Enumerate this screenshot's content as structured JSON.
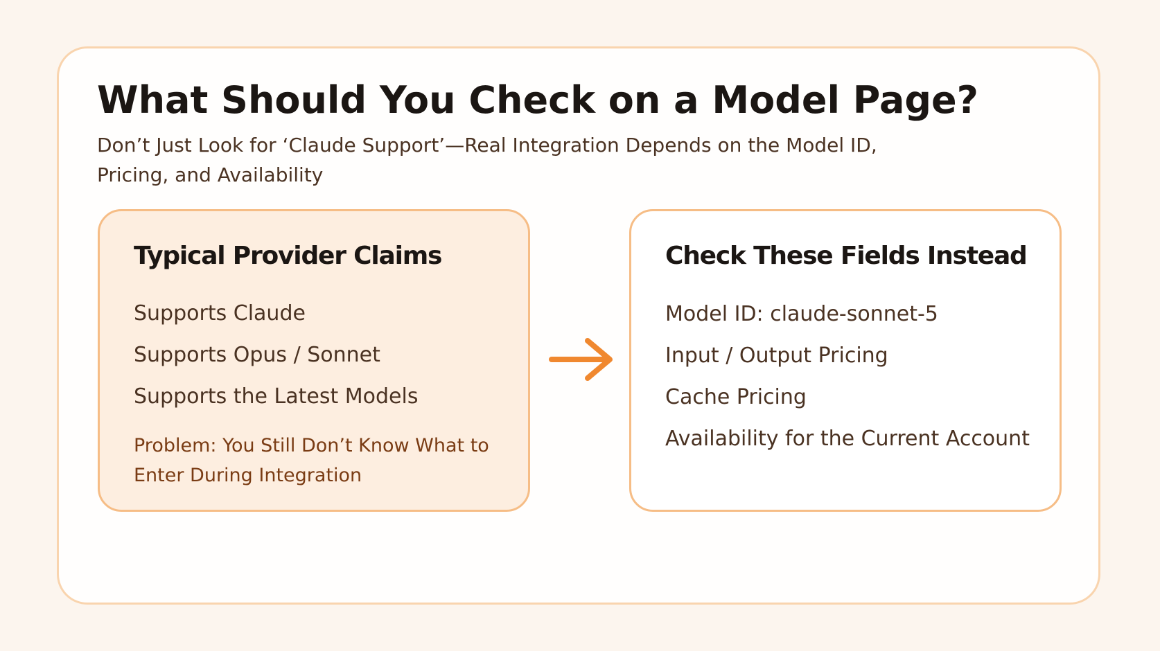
{
  "title": "What Should You Check on a Model Page?",
  "subtitle": "Don’t Just Look for ‘Claude Support’—Real Integration Depends on the Model ID, Pricing, and Availability",
  "left_panel": {
    "heading": "Typical Provider Claims",
    "items": [
      "Supports Claude",
      "Supports Opus / Sonnet",
      "Supports the Latest Models"
    ],
    "note": "Problem: You Still Don’t Know What to Enter During Integration"
  },
  "arrow": {
    "icon": "arrow-right-icon",
    "color": "#f0882f"
  },
  "right_panel": {
    "heading": "Check These Fields Instead",
    "items": [
      "Model ID: claude-sonnet-5",
      "Input / Output Pricing",
      "Cache Pricing",
      "Availability for the Current Account"
    ]
  },
  "colors": {
    "background": "#fcf5ee",
    "card_border": "#f9d4ae",
    "panel_border": "#f6bd86",
    "left_panel_fill": "#fdeee0",
    "note_text": "#7a3c14"
  }
}
